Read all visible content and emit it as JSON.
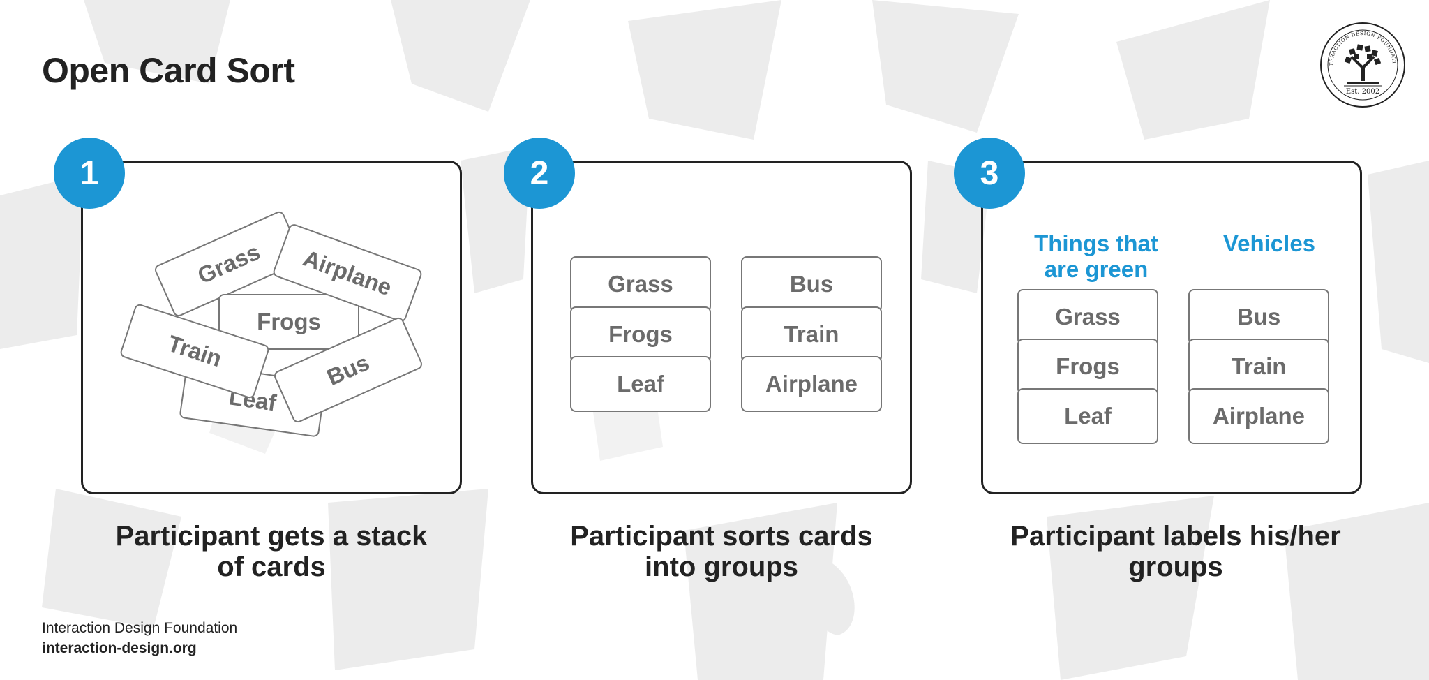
{
  "title": "Open Card Sort",
  "logo": {
    "ring_text": "INTERACTION DESIGN FOUNDATION",
    "est_text": "Est. 2002"
  },
  "accent_color": "#1c96d4",
  "panels": [
    {
      "step": "1",
      "caption_line1": "Participant gets a stack",
      "caption_line2": "of cards",
      "cards": [
        "Grass",
        "Airplane",
        "Frogs",
        "Train",
        "Bus",
        "Leaf"
      ]
    },
    {
      "step": "2",
      "caption_line1": "Participant sorts cards",
      "caption_line2": "into groups",
      "groups": [
        {
          "cards": [
            "Grass",
            "Frogs",
            "Leaf"
          ]
        },
        {
          "cards": [
            "Bus",
            "Train",
            "Airplane"
          ]
        }
      ]
    },
    {
      "step": "3",
      "caption_line1": "Participant labels his/her",
      "caption_line2": "groups",
      "groups": [
        {
          "label_line1": "Things that",
          "label_line2": "are green",
          "cards": [
            "Grass",
            "Frogs",
            "Leaf"
          ]
        },
        {
          "label_line1": "Vehicles",
          "label_line2": "",
          "cards": [
            "Bus",
            "Train",
            "Airplane"
          ]
        }
      ]
    }
  ],
  "footer": {
    "name": "Interaction Design Foundation",
    "url": "interaction-design.org"
  }
}
